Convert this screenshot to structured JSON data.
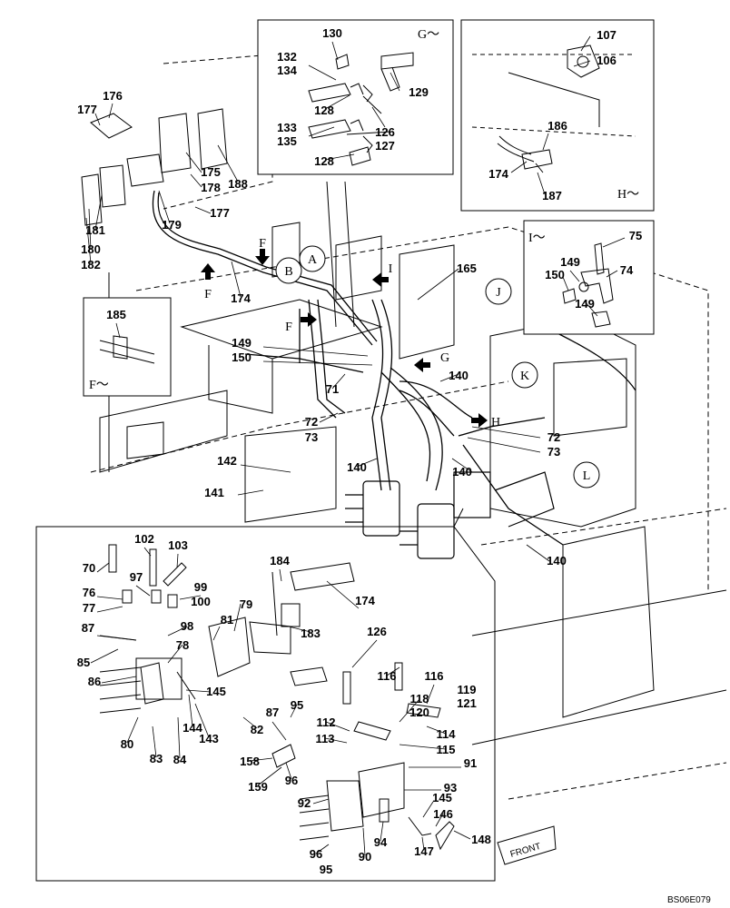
{
  "drawing_code": "BS06E079",
  "front_label": "FRONT",
  "circle_markers": [
    "A",
    "B",
    "J",
    "K",
    "L"
  ],
  "arrow_markers": [
    "F",
    "F",
    "F",
    "G",
    "H",
    "I"
  ],
  "insets": {
    "G": {
      "title": "G～",
      "labels": [
        "130",
        "132",
        "134",
        "128",
        "129",
        "133",
        "135",
        "126",
        "127",
        "128"
      ]
    },
    "H": {
      "title": "H～",
      "labels": [
        "107",
        "106",
        "186",
        "174",
        "187"
      ]
    },
    "I": {
      "title": "I～",
      "labels": [
        "75",
        "149",
        "74",
        "150",
        "149"
      ]
    },
    "F": {
      "title": "F～",
      "labels": [
        "185"
      ]
    }
  },
  "main_labels": [
    "176",
    "177",
    "175",
    "178",
    "188",
    "177",
    "179",
    "181",
    "180",
    "182",
    "174",
    "165",
    "149",
    "150",
    "71",
    "72",
    "73",
    "140",
    "72",
    "73",
    "140",
    "142",
    "141",
    "140",
    "140"
  ],
  "detail_labels": [
    "102",
    "103",
    "70",
    "97",
    "99",
    "76",
    "77",
    "100",
    "98",
    "87",
    "78",
    "85",
    "86",
    "79",
    "81",
    "145",
    "80",
    "83",
    "84",
    "144",
    "143",
    "82",
    "184",
    "174",
    "183",
    "126",
    "116",
    "116",
    "119",
    "121",
    "118",
    "120",
    "112",
    "113",
    "114",
    "115",
    "87",
    "95",
    "158",
    "159",
    "96",
    "91",
    "93",
    "92",
    "145",
    "146",
    "148",
    "94",
    "147",
    "96",
    "95",
    "90"
  ]
}
